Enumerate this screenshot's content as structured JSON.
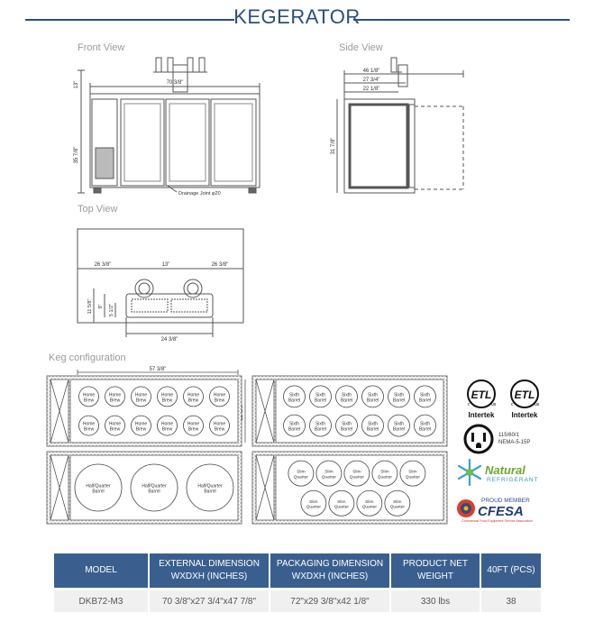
{
  "page": {
    "title": "KEGERATOR",
    "front_view_label": "Front View",
    "side_view_label": "Side View",
    "top_view_label": "Top View",
    "keg_config_label": "Keg configuration"
  },
  "front_dims": {
    "width": "70 3/8\"",
    "tower_h": "13\"",
    "height": "35 7/8\"",
    "drain": "Drainage Joint φ20"
  },
  "side_dims": {
    "d1": "46 1/8\"",
    "d2": "27 3/4\"",
    "d3": "22 1/8\"",
    "height": "31 7/8\""
  },
  "top_dims": {
    "left": "26 3/8\"",
    "mid": "13\"",
    "right": "26 3/8\"",
    "v1": "11 5/8\"",
    "v2": "9\"",
    "v3": "5 1/2\"",
    "bottom": "24 3/8\""
  },
  "keg": {
    "width": "57 3/8\"",
    "depth": "22 1/8\"",
    "home_brew": "Home Brew",
    "sixth_barrel": "Sixth Barrel",
    "half_quarter": "Half/Quarter Barrel",
    "slim_quarter": "Slim Quarter"
  },
  "logos": {
    "etl1_sub": "Intertek",
    "etl2_sub": "Intertek",
    "plug_spec_1": "115/60/1",
    "plug_spec_2": "NEMA-5-15P",
    "natural": "Natural",
    "refrigerant": "REFRIGERANT",
    "proud_member": "PROUD MEMBER",
    "cfesa": "CFESA",
    "cfesa_sub": "Commercial Food Equipment Service Association"
  },
  "spec_table": {
    "headers": [
      "MODEL",
      "EXTERNAL DIMENSION WXDXH (INCHES)",
      "PACKAGING DIMENSION WXDXH (INCHES)",
      "PRODUCT NET WEIGHT",
      "40FT (PCS)"
    ],
    "rows": [
      [
        "DKB72-M3",
        "70 3/8\"x27 3/4\"x47 7/8\"",
        "72\"x29 3/8\"x42 1/8\"",
        "330 lbs",
        "38"
      ]
    ]
  }
}
